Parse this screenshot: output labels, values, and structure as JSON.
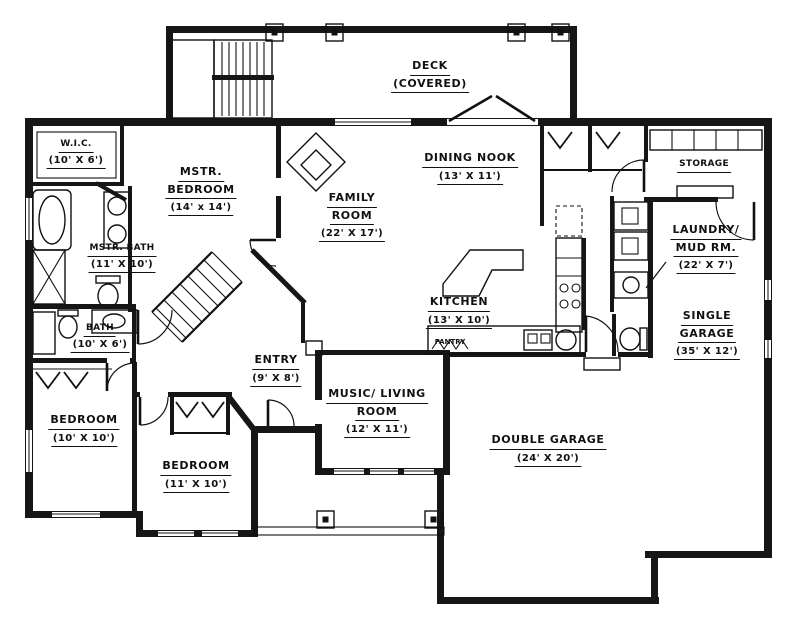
{
  "page": {
    "background": "#ffffff",
    "ink": "#111111"
  },
  "rooms": {
    "deck": {
      "line1": "DECK",
      "line2": "(COVERED)"
    },
    "wic": {
      "line1": "W.I.C.",
      "line2": "(10' X 6')"
    },
    "master_bedroom": {
      "line1": "MSTR.",
      "line2": "BEDROOM",
      "line3": "(14' x 14')"
    },
    "family_room": {
      "line1": "FAMILY",
      "line2": "ROOM",
      "line3": "(22' X 17')"
    },
    "dining_nook": {
      "line1": "DINING NOOK",
      "line2": "(13' X 11')"
    },
    "master_bath": {
      "line1": "MSTR. BATH",
      "line2": "(11' X 10')"
    },
    "bath": {
      "line1": "BATH",
      "line2": "(10' X 6')"
    },
    "bedroom_left": {
      "line1": "BEDROOM",
      "line2": "(10' X 10')"
    },
    "bedroom_center": {
      "line1": "BEDROOM",
      "line2": "(11' X 10')"
    },
    "entry": {
      "line1": "ENTRY",
      "line2": "(9' X 8')"
    },
    "music_living": {
      "line1": "MUSIC/ LIVING",
      "line2": "ROOM",
      "line3": "(12' X 11')"
    },
    "kitchen": {
      "line1": "KITCHEN",
      "line2": "(13' X 10')"
    },
    "pantry": {
      "line1": "PANTRY"
    },
    "storage": {
      "line1": "STORAGE"
    },
    "laundry": {
      "line1": "LAUNDRY/",
      "line2": "MUD RM.",
      "line3": "(22' X 7')"
    },
    "single_garage": {
      "line1": "SINGLE",
      "line2": "GARAGE",
      "line3": "(35' X 12')"
    },
    "double_garage": {
      "line1": "DOUBLE GARAGE",
      "line2": "(24' X 20')"
    }
  }
}
